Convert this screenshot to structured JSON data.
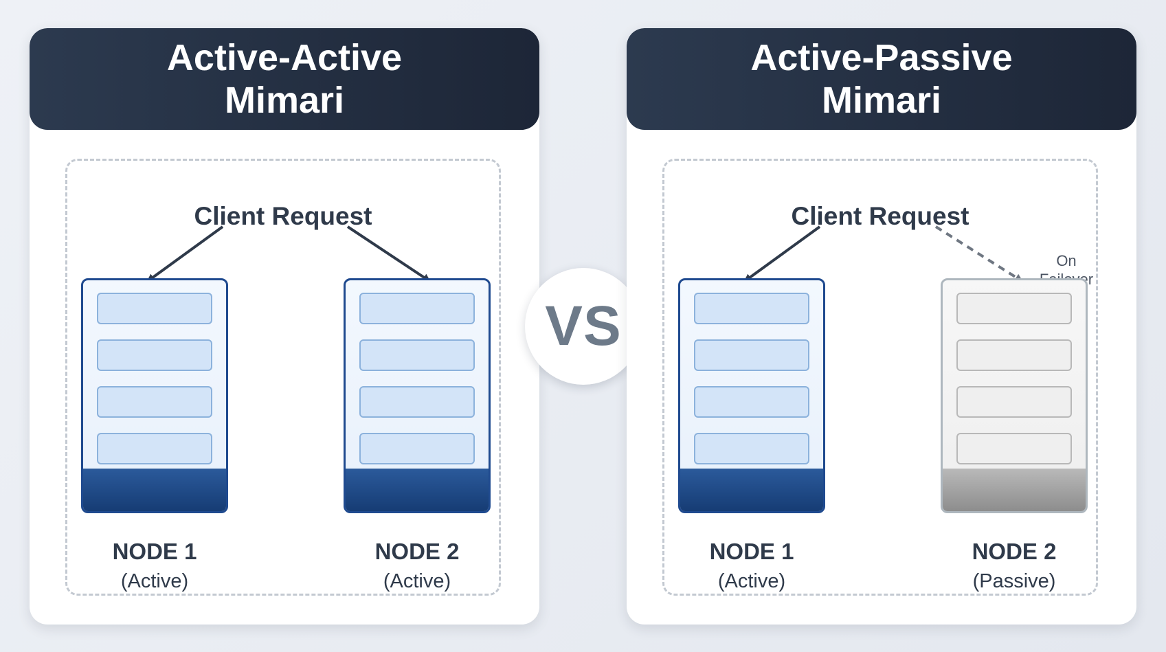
{
  "panels": {
    "left": {
      "title_line1": "Active-Active",
      "title_line2": "Mimari",
      "client_label": "Client Request",
      "nodes": [
        {
          "name": "NODE 1",
          "state": "(Active)"
        },
        {
          "name": "NODE 2",
          "state": "(Active)"
        }
      ]
    },
    "right": {
      "title_line1": "Active-Passive",
      "title_line2": "Mimari",
      "client_label": "Client Request",
      "failover_line1": "On",
      "failover_line2": "Failover",
      "nodes": [
        {
          "name": "NODE 1",
          "state": "(Active)"
        },
        {
          "name": "NODE 2",
          "state": "(Passive)"
        }
      ]
    }
  },
  "vs_label": "VS",
  "colors": {
    "header": "#1d2637",
    "active_server": "#1f4a8f",
    "passive_server": "#aeb7be",
    "connector": "#2f3a4a",
    "vs_text": "#6d7a89"
  },
  "icons": [
    "server-icon",
    "arrow-icon",
    "dashed-arrow-icon"
  ]
}
